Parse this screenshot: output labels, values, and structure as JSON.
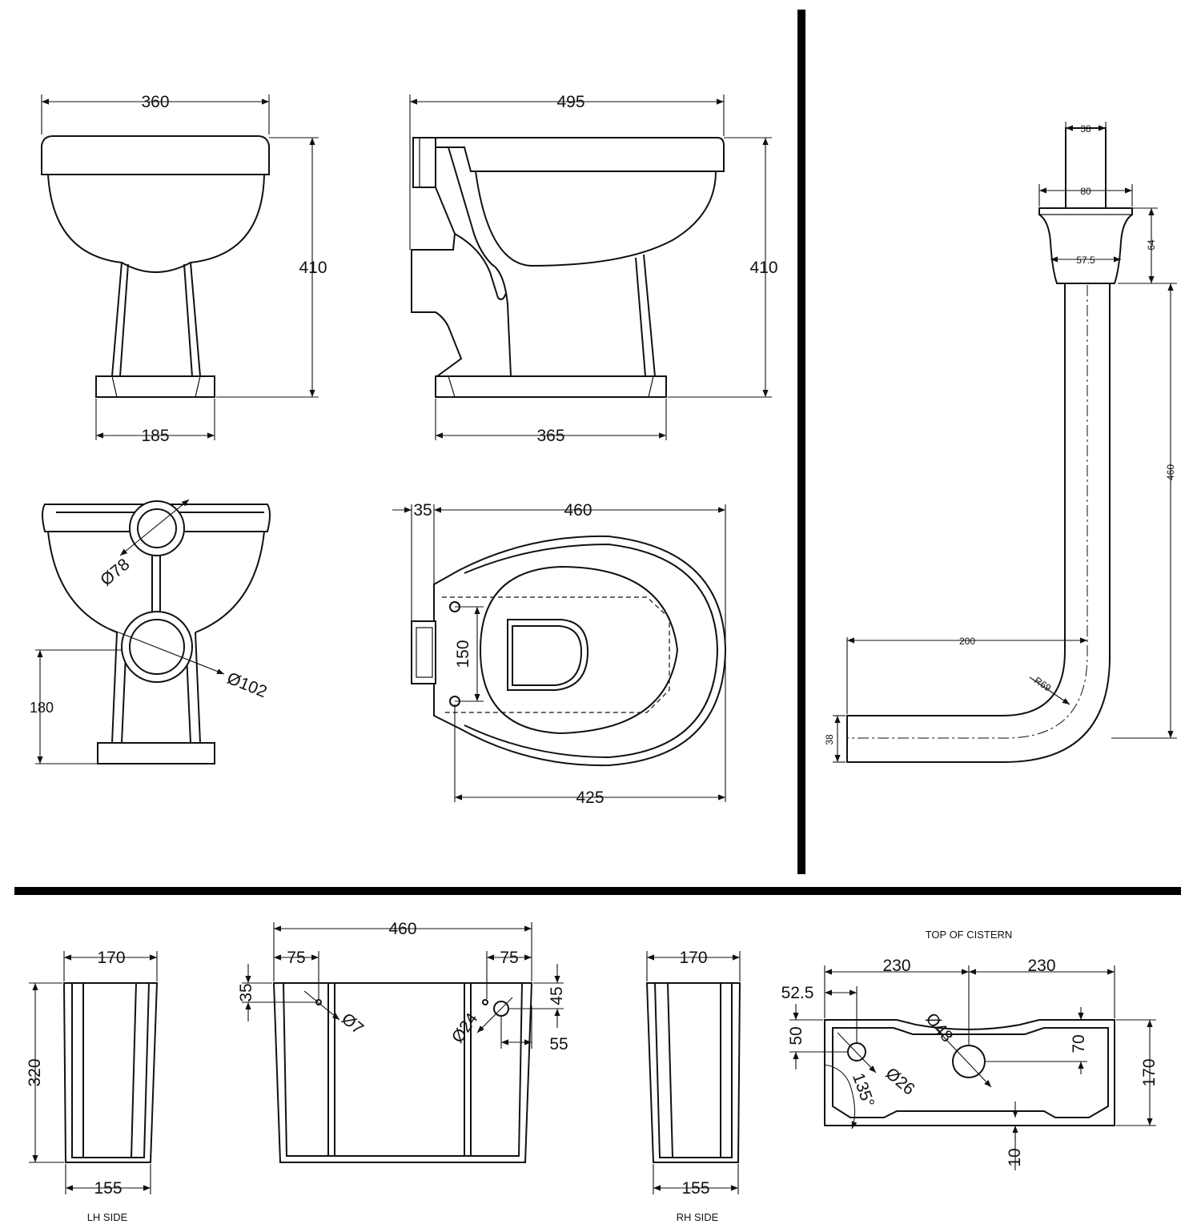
{
  "pan_front": {
    "width": "360",
    "height": "410",
    "base_width": "185"
  },
  "pan_side": {
    "depth": "495",
    "height": "410",
    "base_depth": "365"
  },
  "pan_back": {
    "inlet_diameter": "Ø78",
    "outlet_diameter": "Ø102",
    "outlet_height": "180"
  },
  "pan_top": {
    "seat_offset": "35",
    "length": "460",
    "hinge_spacing": "150",
    "bowl_length": "425"
  },
  "flush_pipe": {
    "top_diameter": "38",
    "collar_width": "80",
    "collar_height": "64",
    "collar_base": "57.5",
    "drop": "460",
    "run": "200",
    "bend_radius": "R69",
    "pipe_diameter": "38"
  },
  "cistern_lh_side": {
    "caption": "LH SIDE",
    "top_depth": "170",
    "height": "320",
    "bottom_depth": "155"
  },
  "cistern_front": {
    "width": "460",
    "left_offset": "75",
    "right_offset": "75",
    "left_drop": "35",
    "right_drop": "45",
    "small_hole": "Ø7",
    "lever_hole": "Ø24",
    "lever_offset": "55"
  },
  "cistern_rh_side": {
    "caption": "RH SIDE",
    "top_depth": "170",
    "bottom_depth": "155"
  },
  "cistern_top": {
    "caption": "TOP OF CISTERN",
    "left_half": "230",
    "right_half": "230",
    "inlet_offset_x": "52.5",
    "inlet_offset_y": "50",
    "outlet_offset_y": "70",
    "depth": "170",
    "rear_wall": "10",
    "outlet_hole": "Ø48",
    "inlet_hole": "Ø26",
    "angle": "135°"
  }
}
